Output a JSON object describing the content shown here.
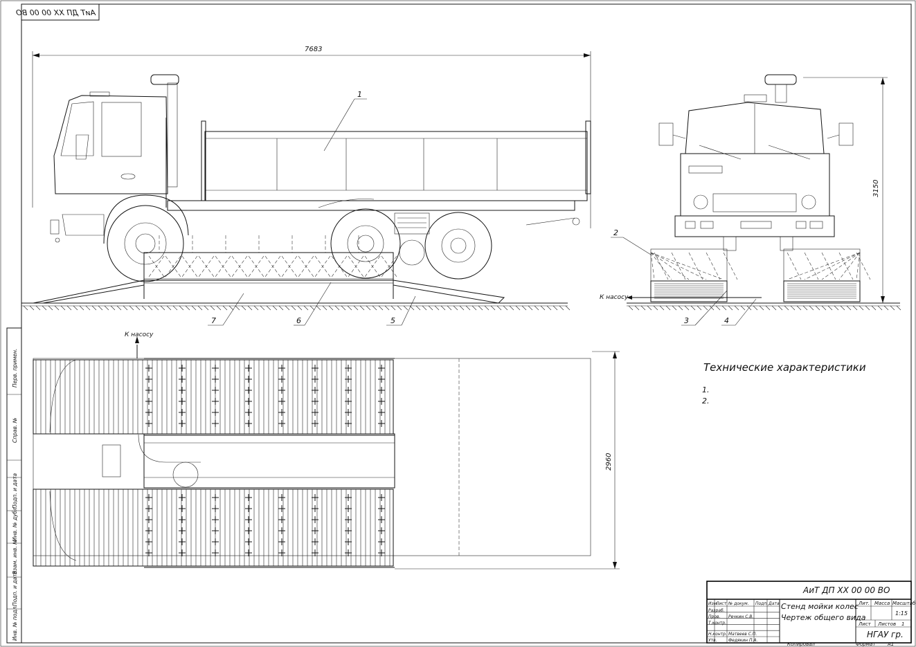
{
  "sheet": {
    "mirrored_code": "АиТ ДП ХХ 00 00 ВО",
    "format_label": "Формат",
    "format_value": "А1",
    "copied_label": "Копировал"
  },
  "dimensions": {
    "length": "7683",
    "height": "3150",
    "width": "2960"
  },
  "callouts": [
    "1",
    "2",
    "3",
    "4",
    "5",
    "6",
    "7"
  ],
  "pump_labels": {
    "front_view": "К насосу",
    "plan_view": "К насосу"
  },
  "specs": {
    "title": "Технические характеристики",
    "items": [
      "1.",
      "2."
    ]
  },
  "side_stamps": [
    "Перв. примен.",
    "Справ. №",
    "Подп. и дата",
    "Инв. № дубл.",
    "Взам. инв. №",
    "Подп. и дата",
    "Инв. № подл."
  ],
  "title_block": {
    "doc_code": "АиТ ДП ХХ 00 00 ВО",
    "title_line1": "Стенд мойки колес",
    "title_line2": "Чертеж общего вида",
    "col_lit": "Лит.",
    "col_mass": "Масса",
    "col_scale": "Масштаб",
    "scale": "1:15",
    "sheet_label": "Лист",
    "sheets_label": "Листов",
    "sheets_count": "1",
    "org": "НГАУ гр.",
    "head_izm": "Изм.",
    "head_list": "Лист",
    "head_doc": "№ докум.",
    "head_sign": "Подп.",
    "head_date": "Дата",
    "role_dev": "Разраб.",
    "role_check": "Пров.",
    "role_tcontrol": "Т.контр.",
    "role_ncontrol": "Н.контр.",
    "role_approve": "Утв.",
    "name_check": "Речкин С.В.",
    "name_ncontrol": "Матвеев С.П.",
    "name_approve": "Федякин П.А."
  }
}
